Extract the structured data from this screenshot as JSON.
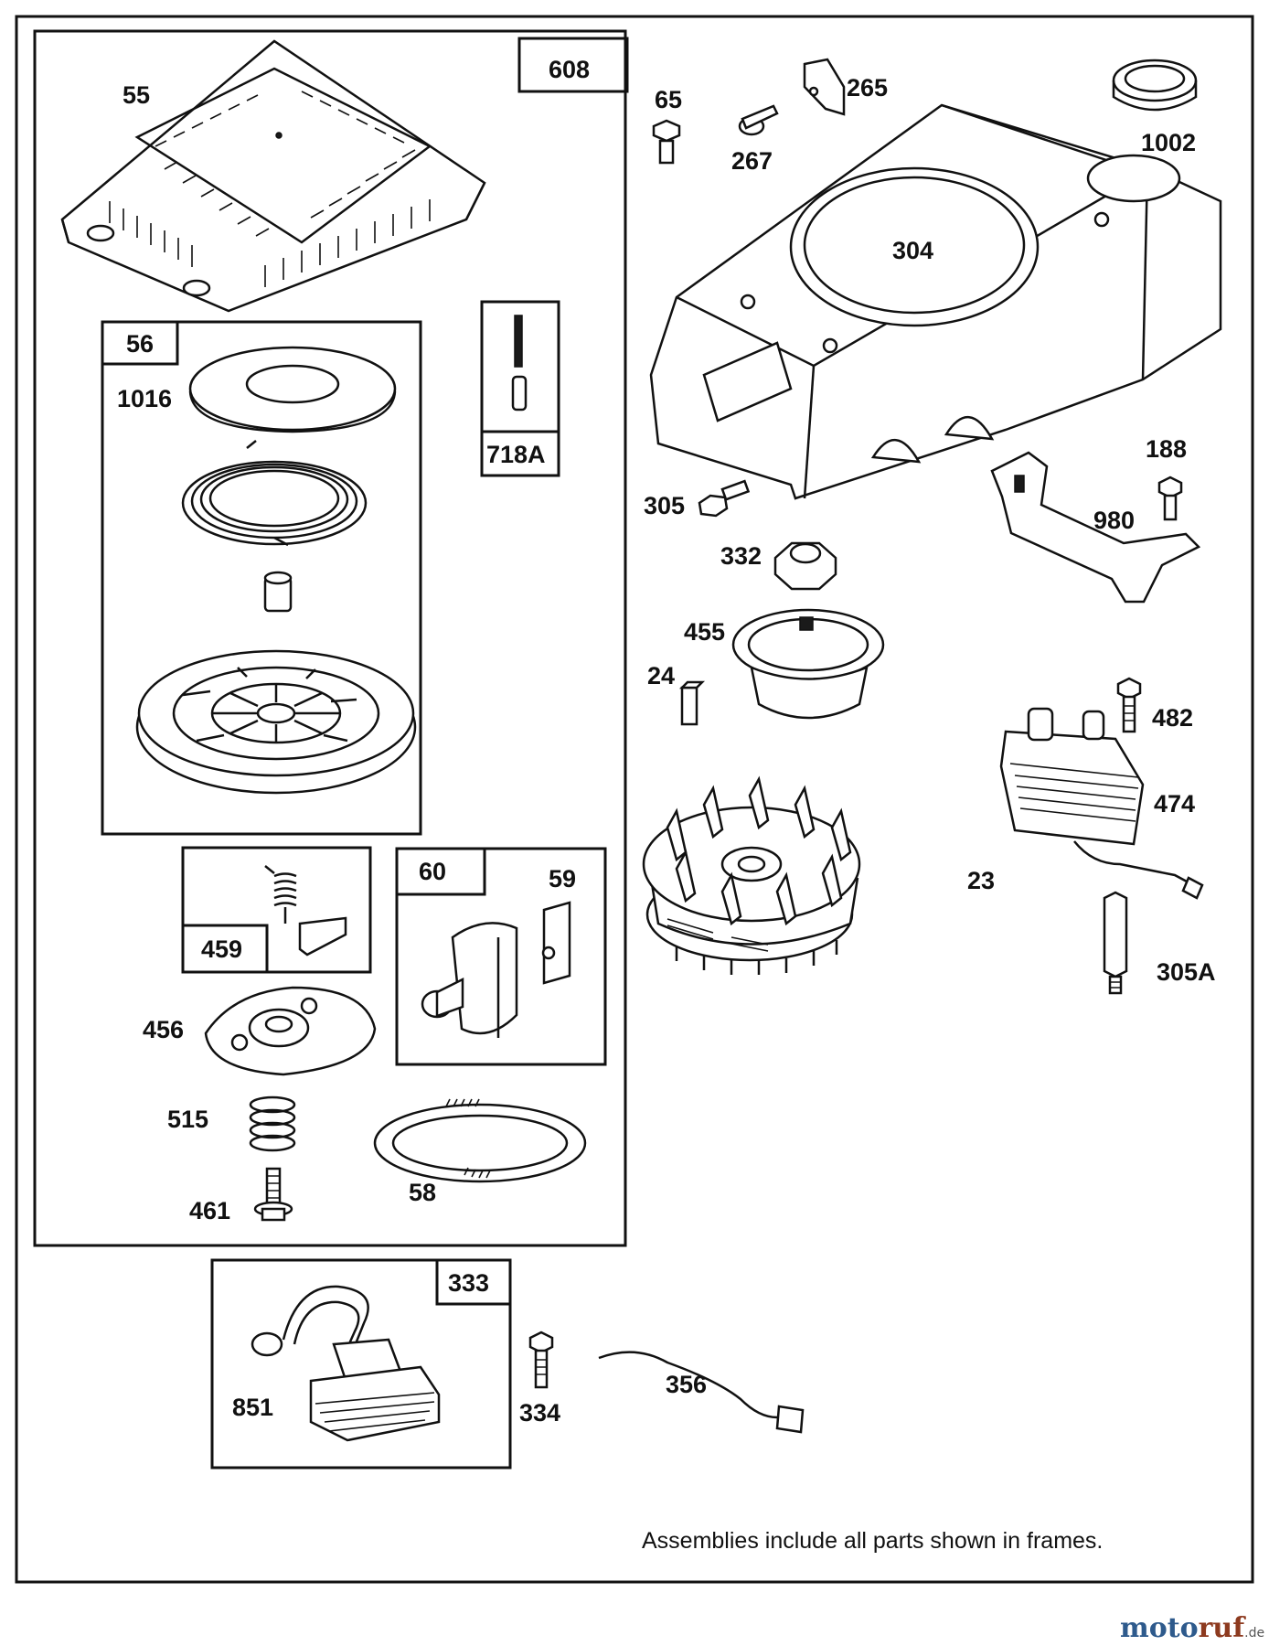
{
  "labels": {
    "p55": "55",
    "p608": "608",
    "p56": "56",
    "p1016": "1016",
    "p718a": "718A",
    "p459": "459",
    "p60": "60",
    "p59": "59",
    "p456": "456",
    "p515": "515",
    "p461": "461",
    "p58": "58",
    "p65": "65",
    "p267": "267",
    "p265": "265",
    "p1002": "1002",
    "p304": "304",
    "p305": "305",
    "p332": "332",
    "p188": "188",
    "p980": "980",
    "p455": "455",
    "p24": "24",
    "p482": "482",
    "p474": "474",
    "p23": "23",
    "p305a": "305A",
    "p333": "333",
    "p851": "851",
    "p334": "334",
    "p356": "356"
  },
  "footnote": "Assemblies include all parts shown in frames.",
  "watermark": {
    "part1": "moto",
    "part2": "ruf",
    "suffix": ".de"
  }
}
